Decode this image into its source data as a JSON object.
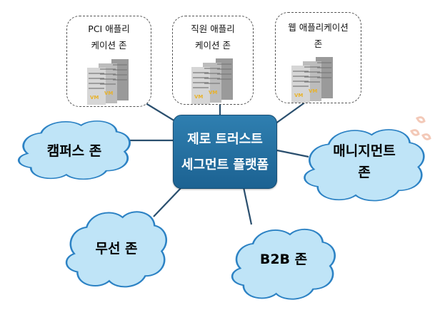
{
  "diagram": {
    "platform": {
      "line1": "제로 트러스트",
      "line2": "세그먼트 플랫폼"
    },
    "app_zones": [
      {
        "line1": "PCI 애플리",
        "line2": "케이션 존"
      },
      {
        "line1": "직원 애플리",
        "line2": "케이션 존"
      },
      {
        "line1": "웹 애플리케이션",
        "line2": "존"
      }
    ],
    "cloud_zones": [
      {
        "line1": "캠퍼스 존"
      },
      {
        "line1": "매니지먼트",
        "line2": "존"
      },
      {
        "line1": "무선 존"
      },
      {
        "line1": "B2B 존"
      }
    ],
    "server_badge": "VM",
    "icons": {
      "server": "server-rack-icon",
      "cloud": "cloud-shape"
    },
    "colors": {
      "platform": "#1f6a9c",
      "cloud_fill": "#bfe4f7",
      "cloud_stroke": "#2c82c4",
      "connector": "#2a4f6e",
      "server_badge": "#e8b22a"
    }
  }
}
